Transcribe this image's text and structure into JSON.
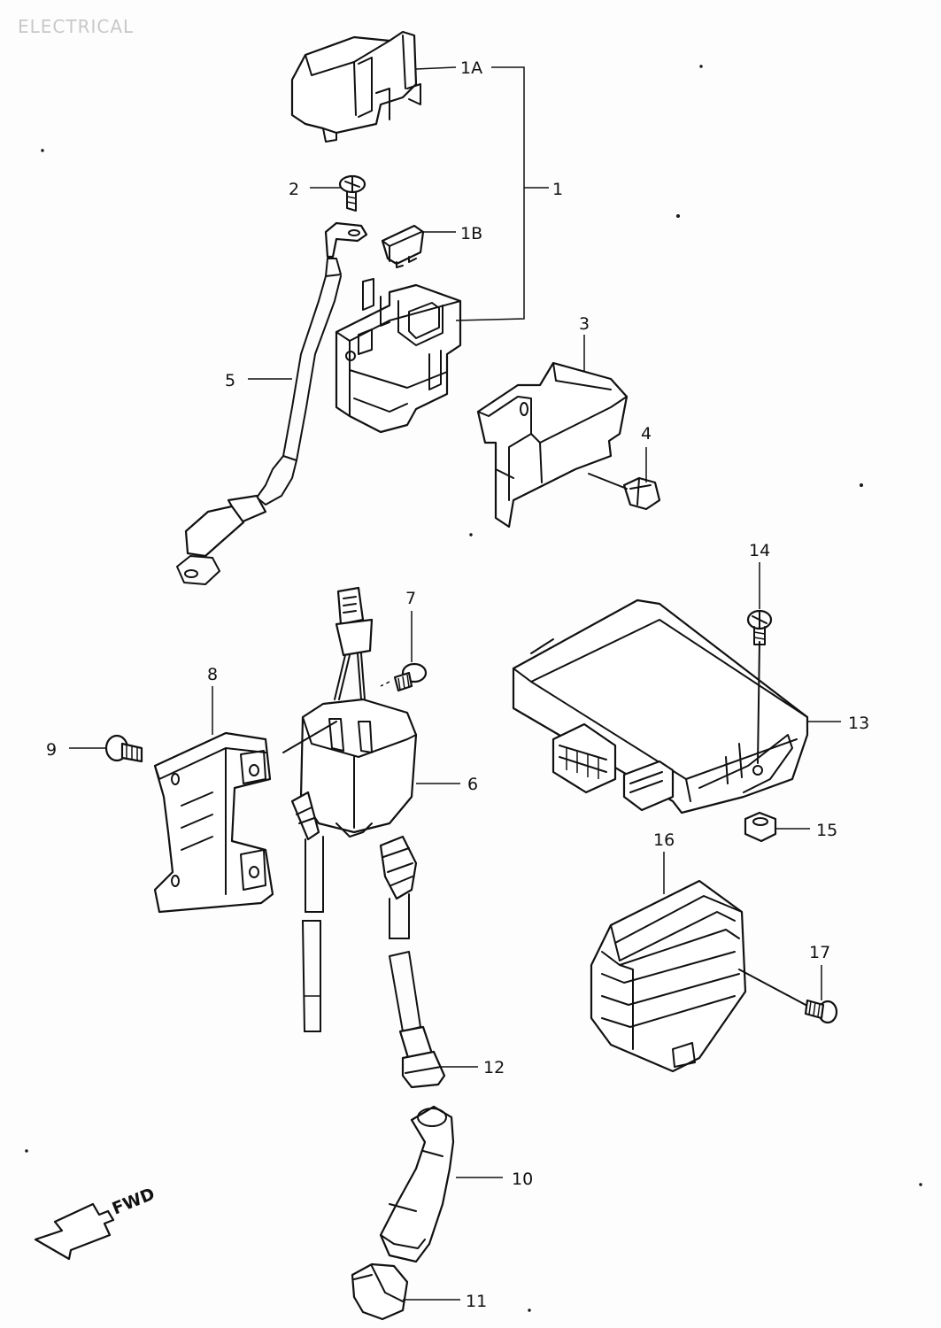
{
  "header": {
    "title": "ELECTRICAL"
  },
  "fwd_label": "FWD",
  "callouts": {
    "c1A": "1A",
    "c1": "1",
    "c1B": "1B",
    "c2": "2",
    "c3": "3",
    "c4": "4",
    "c5": "5",
    "c6": "6",
    "c7": "7",
    "c8": "8",
    "c9": "9",
    "c10": "10",
    "c11": "11",
    "c12": "12",
    "c13": "13",
    "c14": "14",
    "c15": "15",
    "c16": "16",
    "c17": "17"
  }
}
